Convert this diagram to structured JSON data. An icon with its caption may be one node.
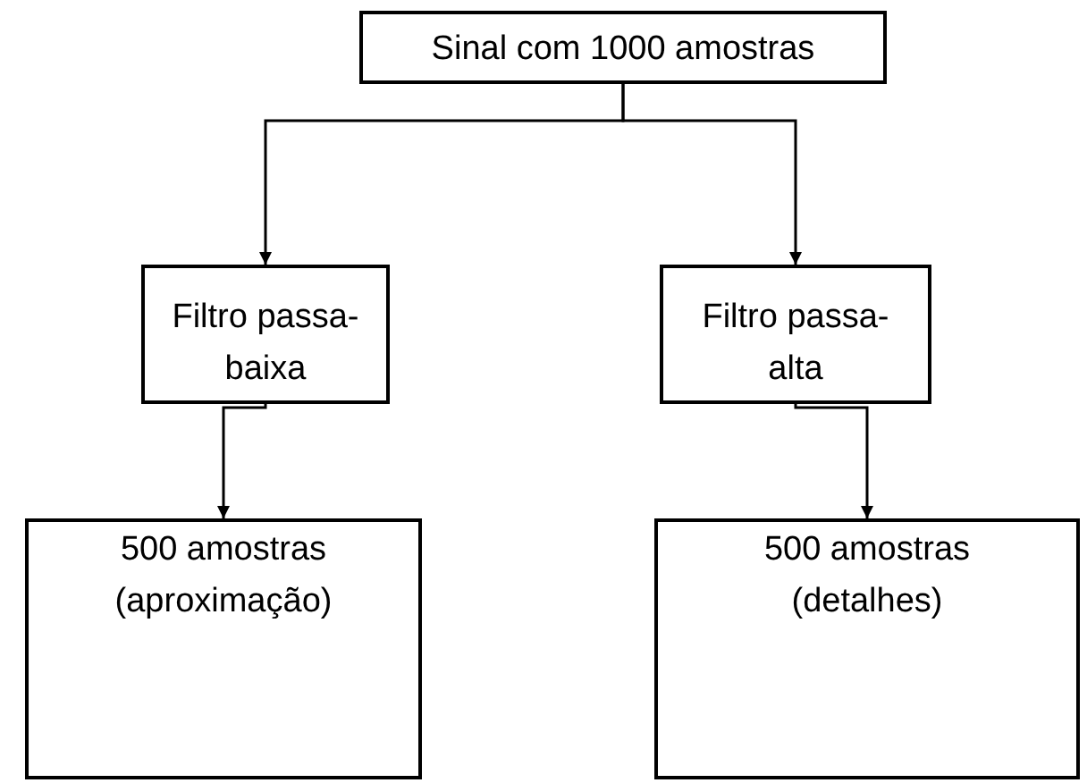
{
  "diagram": {
    "nodes": [
      {
        "text": [
          "Sinal com 1000 amostras"
        ]
      },
      {
        "text": [
          "Filtro passa-baixa"
        ]
      },
      {
        "text": [
          "Filtro passa-alta"
        ]
      },
      {
        "text": [
          "500 amostras (aproximação)"
        ]
      },
      {
        "text": [
          "500 amostras (detalhes)"
        ]
      }
    ],
    "edges": [
      {
        "from": 0,
        "to": 1,
        "arrow": "to"
      },
      {
        "from": 0,
        "to": 2,
        "arrow": "to"
      },
      {
        "from": 1,
        "to": 3,
        "arrow": "to"
      },
      {
        "from": 2,
        "to": 4,
        "arrow": "to"
      }
    ]
  }
}
